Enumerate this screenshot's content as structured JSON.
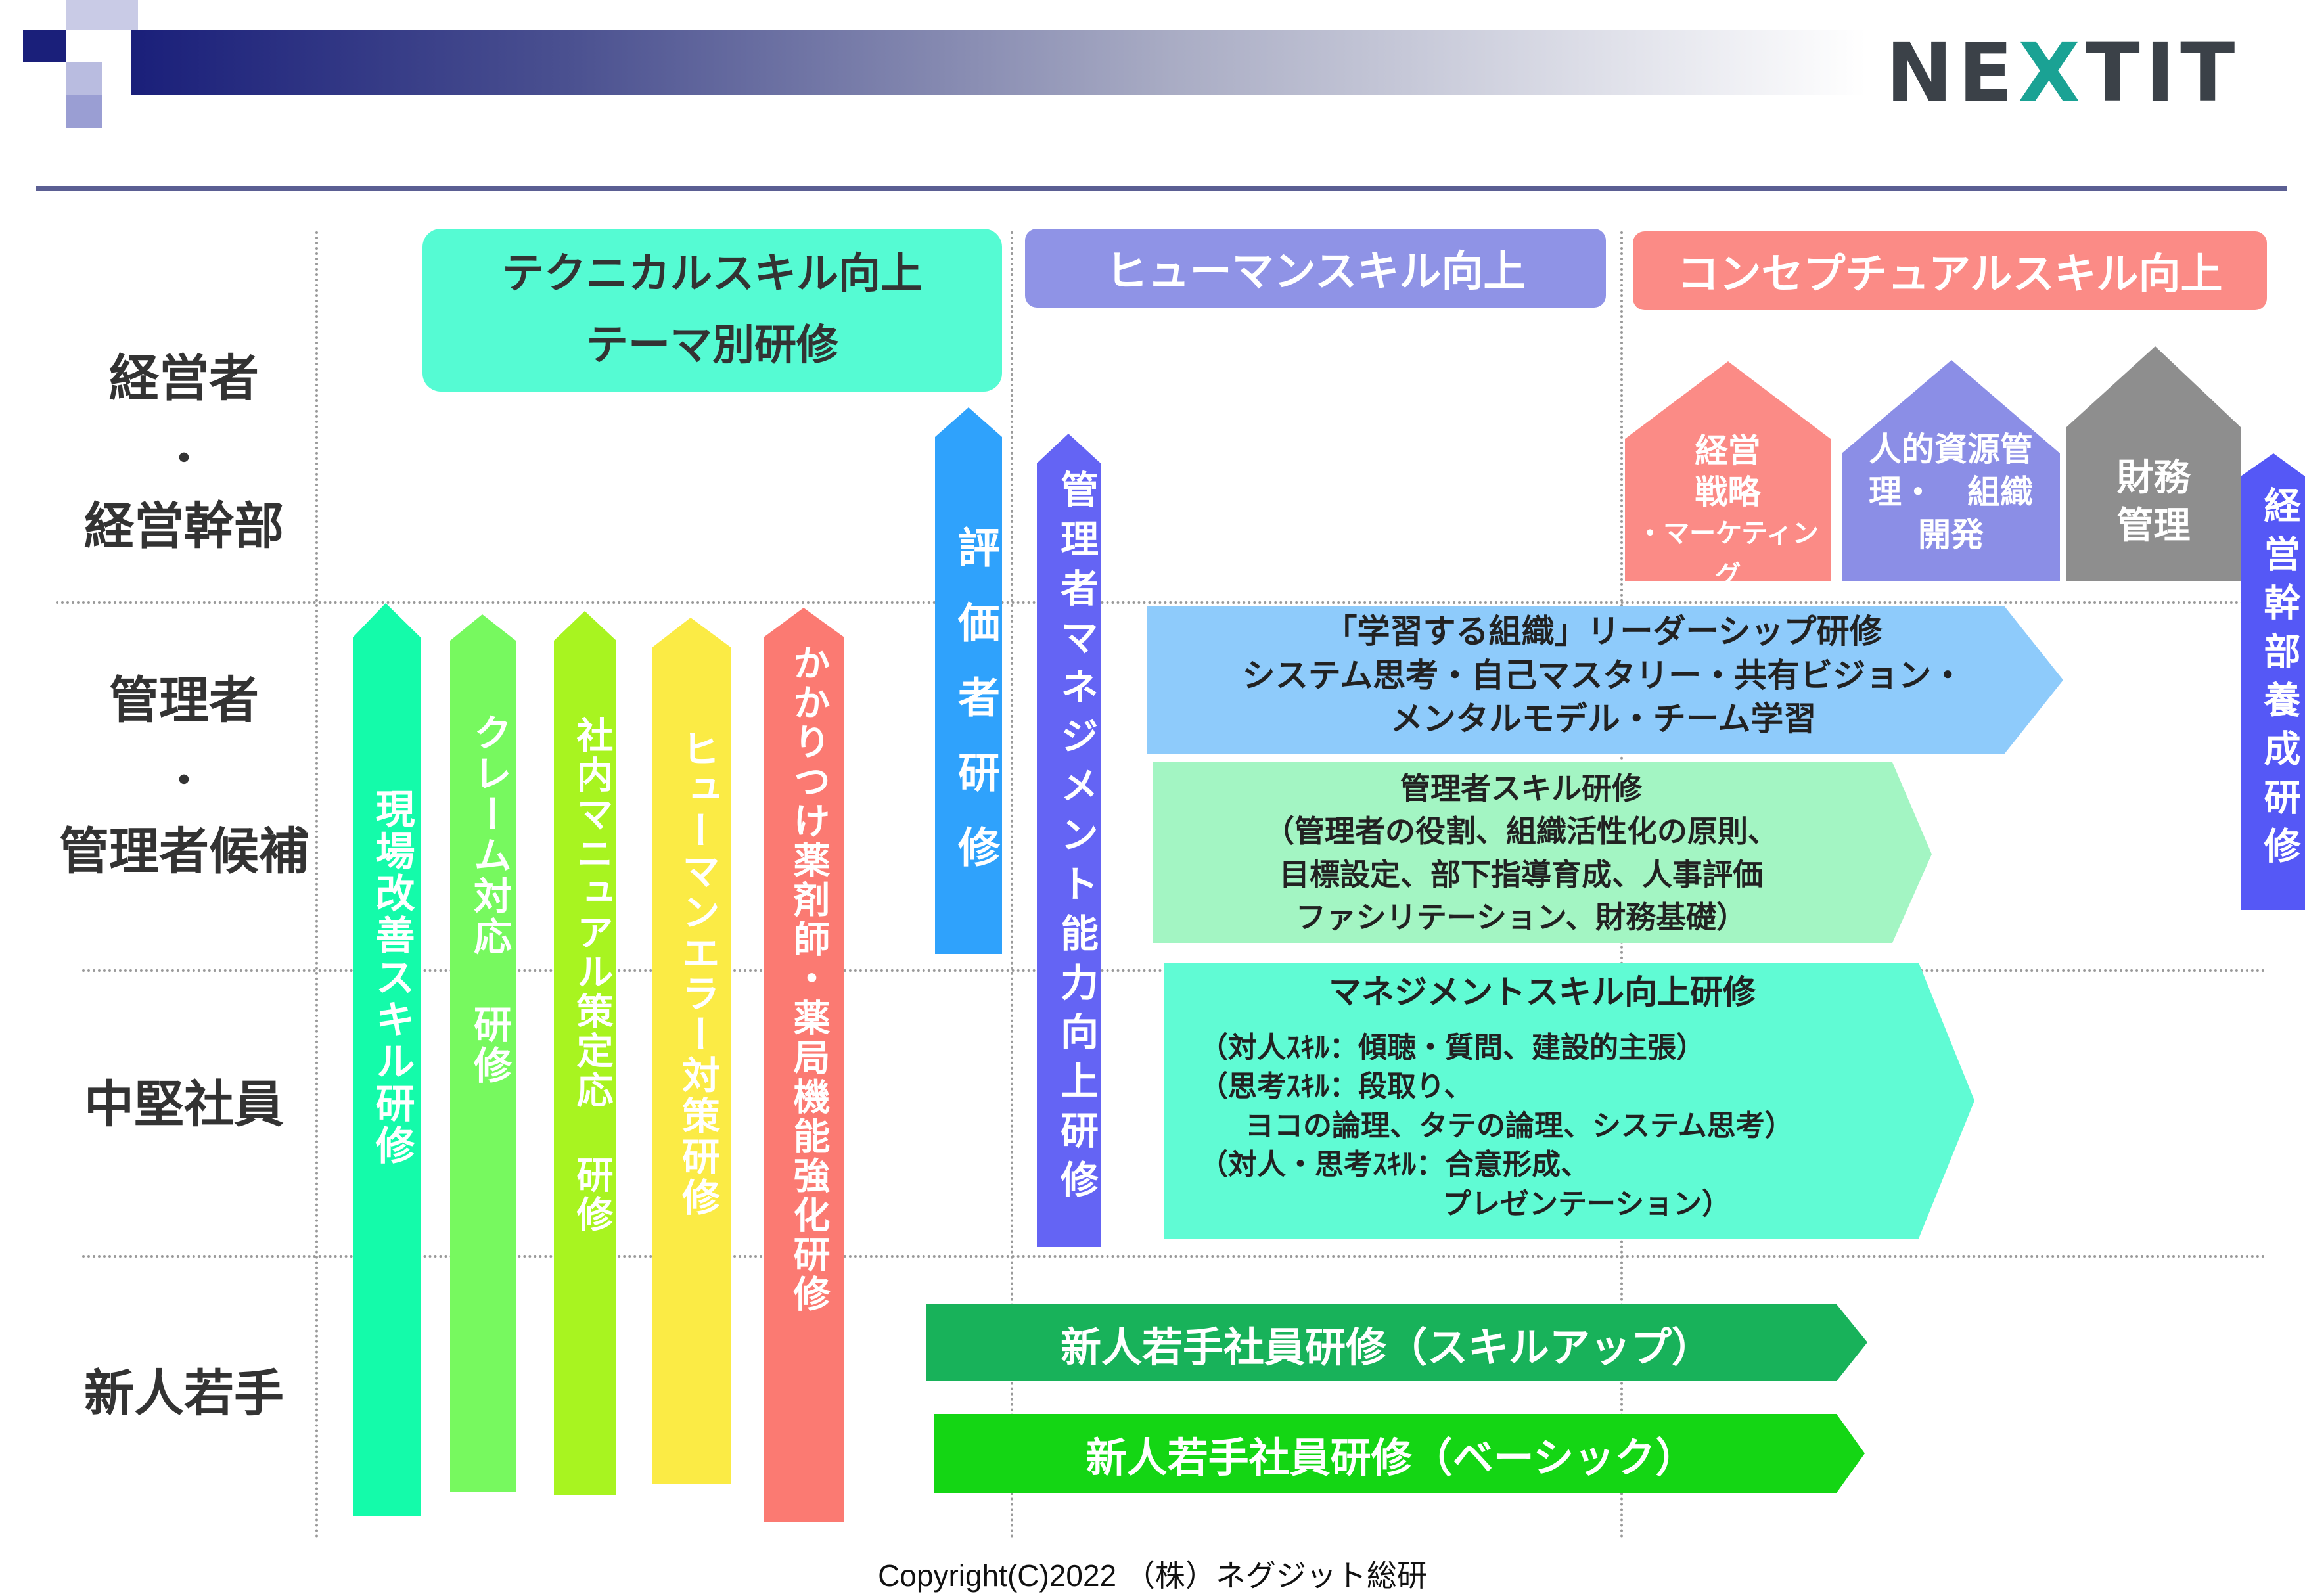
{
  "brand": {
    "logo_pre": "NE",
    "logo_x": "X",
    "logo_post": "TIT",
    "accent": "#1aa294"
  },
  "levels": {
    "exec": "経営者",
    "exec_dot": "・",
    "exec2": "経営幹部",
    "mgr": "管理者",
    "mgr_dot": "・",
    "mgr2": "管理者候補",
    "mid": "中堅社員",
    "new": "新人若手"
  },
  "categories": {
    "technical_line1": "テクニカルスキル向上",
    "technical_line2": "テーマ別研修",
    "human": "ヒューマンスキル向上",
    "conceptual": "コンセプチュアルスキル向上"
  },
  "vertical_programs": [
    {
      "label": "現場改善スキル研修",
      "color": "#14fbaa"
    },
    {
      "label": "クレーム対応 研修",
      "color": "#77f95f"
    },
    {
      "label": "社内マニュアル策定応 研修",
      "color": "#a8f420"
    },
    {
      "label": "ヒューマンエラー対策研修",
      "color": "#fbeb45"
    },
    {
      "label": "かかりつけ薬剤師・薬局機能強化研修",
      "color": "#fb7a72"
    },
    {
      "label": "評価者研修",
      "color": "#2fa2fc"
    },
    {
      "label": "管理者マネジメント能力向上研修",
      "color": "#6464f4"
    },
    {
      "label": "経営幹部養成研修",
      "color": "#5558f6"
    }
  ],
  "houses": [
    {
      "line1": "経営",
      "line2": "戦略",
      "line3": "・マーケティング",
      "color": "#fb8b86"
    },
    {
      "line1": "人的資源管",
      "line2": "理・　組織",
      "line3": "開発",
      "color": "#8b8ee6"
    },
    {
      "line1": "財務",
      "line2": "管理",
      "line3": "",
      "color": "#8e8e8e"
    }
  ],
  "horizontal_programs": {
    "learning_org": {
      "title": "「学習する組織」リーダーシップ研修",
      "line2": "システム思考・自己マスタリー・共有ビジョン・",
      "line3": "メンタルモデル・チーム学習",
      "color": "#8ecbfb"
    },
    "mgr_skill": {
      "title": "管理者スキル研修",
      "line2": "（管理者の役割、組織活性化の原則、",
      "line3": "目標設定、部下指導育成、人事評価",
      "line4": "ファシリテーション、財務基礎）",
      "color": "#a3f5c3"
    },
    "mgmt_skill": {
      "title": "マネジメントスキル向上研修",
      "line2": "（対人ｽｷﾙ：傾聴・質問、建設的主張）",
      "line3": "（思考ｽｷﾙ：段取り、",
      "line4": "ヨコの論理、タテの論理、システム思考）",
      "line5": "（対人・思考ｽｷﾙ：合意形成、",
      "line6": "プレゼンテーション）",
      "color": "#60fbd4"
    },
    "new_skillup": {
      "label": "新人若手社員研修（スキルアップ）",
      "color": "#18b25a"
    },
    "new_basic": {
      "label": "新人若手社員研修（ベーシック）",
      "color": "#14d614"
    }
  },
  "footer": {
    "copyright": "Copyright(C)2022 （株）ネグジット総研"
  }
}
